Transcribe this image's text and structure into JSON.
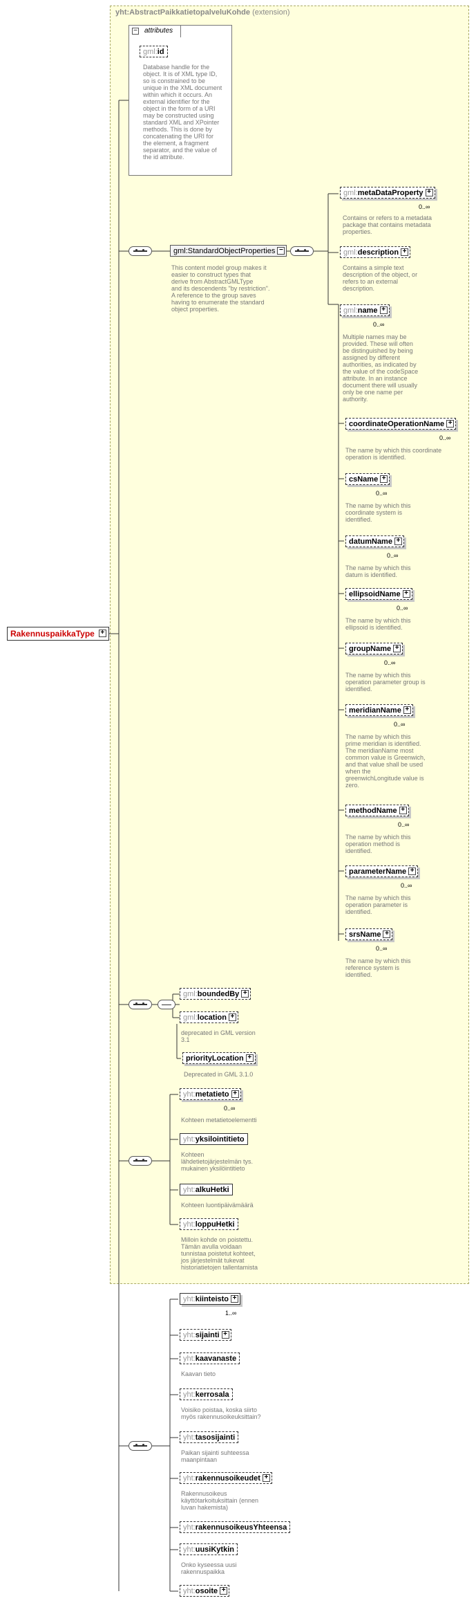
{
  "root": {
    "name": "RakennuspaikkaType"
  },
  "extension": {
    "base": "yht:AbstractPaikkatietopalveluKohde",
    "label": "(extension)"
  },
  "attributes": {
    "tab_label": "attributes",
    "gml_id": {
      "prefix": "gml:",
      "name": "id"
    },
    "gml_id_doc": [
      "Database handle for the",
      "object.  It is of XML type ID,",
      "so is constrained to be",
      "unique in the XML document",
      "within which it occurs.  An",
      "external identifier for the",
      "object in the form of a URI",
      "may be constructed using",
      "standard XML and XPointer",
      "methods.  This is done by",
      "concatenating the URI for",
      "the element, a fragment",
      "separator, and the value of",
      "the id attribute."
    ]
  },
  "standard_props": {
    "group": "gml:StandardObjectProperties",
    "group_doc": [
      "This content model group makes it",
      "easier to construct types that",
      "        derive from AbstractGMLType",
      "and its descendents \"by restriction\".",
      "        A reference to the group saves",
      "having to enumerate the standard",
      "object properties."
    ],
    "metaDataProperty": {
      "prefix": "gml:",
      "name": "metaDataProperty",
      "card": "0..∞",
      "doc": [
        "Contains or refers to a metadata",
        "package that contains metadata",
        "properties."
      ]
    },
    "description": {
      "prefix": "gml:",
      "name": "description",
      "doc": [
        "Contains a simple text",
        "description of the object, or",
        "refers to an external",
        "description."
      ]
    },
    "name": {
      "prefix": "gml:",
      "name": "name",
      "card": "0..∞",
      "doc": [
        "Multiple names may be",
        "provided.  These will often",
        "be distinguished by being",
        "assigned by different",
        "authorities, as indicated by",
        "the value of the codeSpace",
        "attribute.  In an instance",
        "document there will usually",
        "only be one name per",
        "authority."
      ]
    },
    "substitutions": [
      {
        "name": "coordinateOperationName",
        "card": "0..∞",
        "doc": [
          "The name by which this coordinate",
          "operation is identified."
        ]
      },
      {
        "name": "csName",
        "card": "0..∞",
        "doc": [
          "The name by which this",
          "coordinate system is",
          "identified."
        ]
      },
      {
        "name": "datumName",
        "card": "0..∞",
        "doc": [
          "The name by which this",
          "datum is identified."
        ]
      },
      {
        "name": "ellipsoidName",
        "card": "0..∞",
        "doc": [
          "The name by which this",
          "ellipsoid is identified."
        ]
      },
      {
        "name": "groupName",
        "card": "0..∞",
        "doc": [
          "The name by which this",
          "operation parameter group is",
          "identified."
        ]
      },
      {
        "name": "meridianName",
        "card": "0..∞",
        "doc": [
          "The name by which this",
          "prime meridian is identified.",
          "The meridianName most",
          "common value is Greenwich,",
          "and that value shall be used",
          "when the",
          "greenwichLongitude value is",
          "zero."
        ]
      },
      {
        "name": "methodName",
        "card": "0..∞",
        "doc": [
          "The name by which this",
          "operation method is",
          "identified."
        ]
      },
      {
        "name": "parameterName",
        "card": "0..∞",
        "doc": [
          "The name by which this",
          "operation parameter is",
          "identified."
        ]
      },
      {
        "name": "srsName",
        "card": "0..∞",
        "doc": [
          "The name by which this",
          "reference system is",
          "identified."
        ]
      }
    ]
  },
  "bounded": {
    "boundedBy": {
      "prefix": "gml:",
      "name": "boundedBy"
    },
    "location": {
      "prefix": "gml:",
      "name": "location",
      "doc": [
        "deprecated in GML version",
        "3.1"
      ]
    },
    "priorityLocation": {
      "name": "priorityLocation",
      "doc": [
        "Deprecated in GML 3.1.0"
      ]
    }
  },
  "yht_base": {
    "metatieto": {
      "prefix": "yht:",
      "name": "metatieto",
      "card": "0..∞",
      "doc": [
        "Kohteen metatietoelementti"
      ]
    },
    "yksilointitieto": {
      "prefix": "yht:",
      "name": "yksilointitieto",
      "doc": [
        "Kohteen",
        "lähdetietojärjestelmän  tys.",
        "mukainen yksilöintitieto"
      ]
    },
    "alkuHetki": {
      "prefix": "yht:",
      "name": "alkuHetki",
      "doc": [
        "Kohteen luontipäivämäärä"
      ]
    },
    "loppuHetki": {
      "prefix": "yht:",
      "name": "loppuHetki",
      "doc": [
        "Milloin kohde on poistettu.",
        "Tämän avulla voidaan",
        "tunnistaa poistetut kohteet,",
        "jos järjestelmät tukevat",
        "historiatietojen tallentamista"
      ]
    }
  },
  "own": {
    "kiinteisto": {
      "prefix": "yht:",
      "name": "kiinteisto",
      "card": "1..∞"
    },
    "sijainti": {
      "prefix": "yht:",
      "name": "sijainti"
    },
    "kaavanaste": {
      "prefix": "yht:",
      "name": "kaavanaste",
      "doc": [
        "Kaavan tieto"
      ]
    },
    "kerrosala": {
      "prefix": "yht:",
      "name": "kerrosala",
      "doc": [
        "Voisiko poistaa, koska siirto",
        "myös rakennusoikeuksittain?"
      ]
    },
    "tasosijainti": {
      "prefix": "yht:",
      "name": "tasosijainti",
      "doc": [
        "Paikan sijainti suhteessa",
        "maanpintaan"
      ]
    },
    "rakennusoikeudet": {
      "prefix": "yht:",
      "name": "rakennusoikeudet",
      "doc": [
        "Rakennusoikeus",
        "käyttötarkoituksittain (ennen",
        "luvan hakemista)"
      ]
    },
    "rakennusoikeusYhteensa": {
      "prefix": "yht:",
      "name": "rakennusoikeusYhteensa"
    },
    "uusiKytkin": {
      "prefix": "yht:",
      "name": "uusiKytkin",
      "doc": [
        "Onko kyseessa uusi",
        "rakennuspaikka"
      ]
    },
    "osoite": {
      "prefix": "yht:",
      "name": "osoite"
    }
  },
  "symbols": {
    "plus": "+",
    "minus": "−"
  }
}
